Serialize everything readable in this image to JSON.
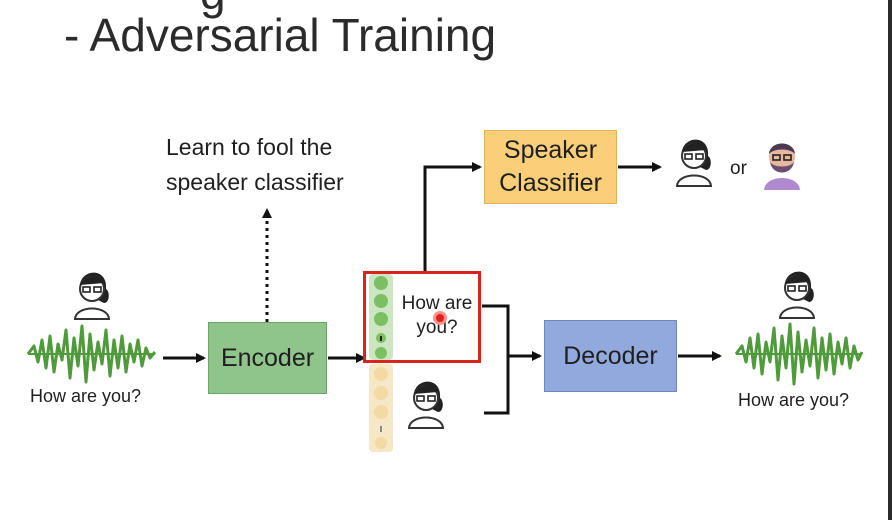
{
  "title_fragment": "g",
  "title": "- Adversarial Training",
  "note_lines": [
    "Learn to fool the",
    "speaker classifier"
  ],
  "encoder_label": "Encoder",
  "decoder_label": "Decoder",
  "classifier_lines": [
    "Speaker",
    "Classifier"
  ],
  "content_lines": [
    "How are",
    "you?"
  ],
  "input_caption": "How are you?",
  "output_caption": "How are you?",
  "or_label": "or",
  "colors": {
    "encoder": "#8fc48a",
    "decoder": "#92a9dd",
    "classifier": "#fbcf79",
    "highlight": "#d9241b",
    "waveform": "#4f9a3a",
    "content_vector": "#7cbf63",
    "speaker_vector": "#f3d9a4"
  }
}
